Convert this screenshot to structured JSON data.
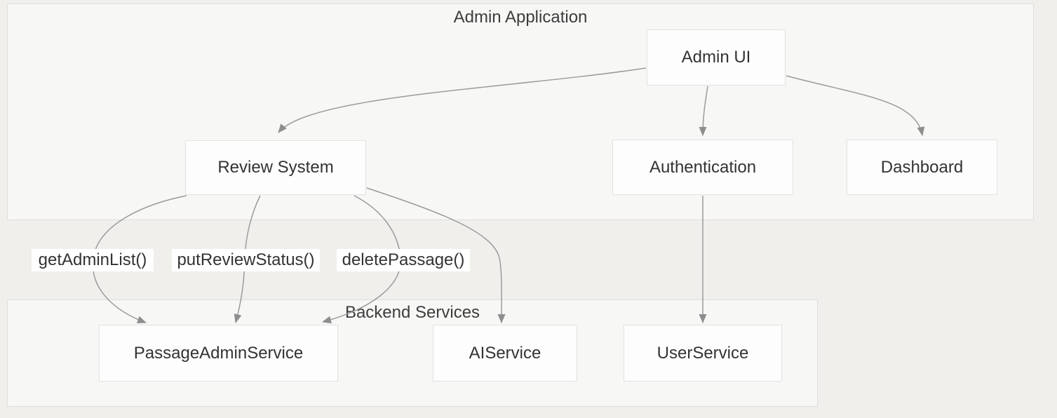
{
  "diagram": {
    "type": "flowchart",
    "clusters": [
      {
        "id": "admin-application",
        "title": "Admin Application"
      },
      {
        "id": "backend-services",
        "title": "Backend Services"
      }
    ],
    "nodes": [
      {
        "id": "admin-ui",
        "label": "Admin UI",
        "cluster": "admin-application"
      },
      {
        "id": "review-system",
        "label": "Review System",
        "cluster": "admin-application"
      },
      {
        "id": "authentication",
        "label": "Authentication",
        "cluster": "admin-application"
      },
      {
        "id": "dashboard",
        "label": "Dashboard",
        "cluster": "admin-application"
      },
      {
        "id": "passage-admin-service",
        "label": "PassageAdminService",
        "cluster": "backend-services"
      },
      {
        "id": "ai-service",
        "label": "AIService",
        "cluster": "backend-services"
      },
      {
        "id": "user-service",
        "label": "UserService",
        "cluster": "backend-services"
      }
    ],
    "edges": [
      {
        "from": "admin-ui",
        "to": "review-system",
        "label": ""
      },
      {
        "from": "admin-ui",
        "to": "authentication",
        "label": ""
      },
      {
        "from": "admin-ui",
        "to": "dashboard",
        "label": ""
      },
      {
        "from": "review-system",
        "to": "passage-admin-service",
        "label": "getAdminList()"
      },
      {
        "from": "review-system",
        "to": "passage-admin-service",
        "label": "putReviewStatus()"
      },
      {
        "from": "review-system",
        "to": "passage-admin-service",
        "label": "deletePassage()"
      },
      {
        "from": "review-system",
        "to": "ai-service",
        "label": ""
      },
      {
        "from": "authentication",
        "to": "user-service",
        "label": ""
      }
    ],
    "colors": {
      "page_bg": "#f0efec",
      "cluster_bg": "#f7f7f6",
      "cluster_border": "#dfdedc",
      "node_bg": "#fdfdfd",
      "node_border": "#e4e3e1",
      "edge_stroke": "#9b9b9b",
      "arrowhead": "#8e8e8e",
      "text": "#333333",
      "edge_label_bg": "#ffffff"
    }
  }
}
